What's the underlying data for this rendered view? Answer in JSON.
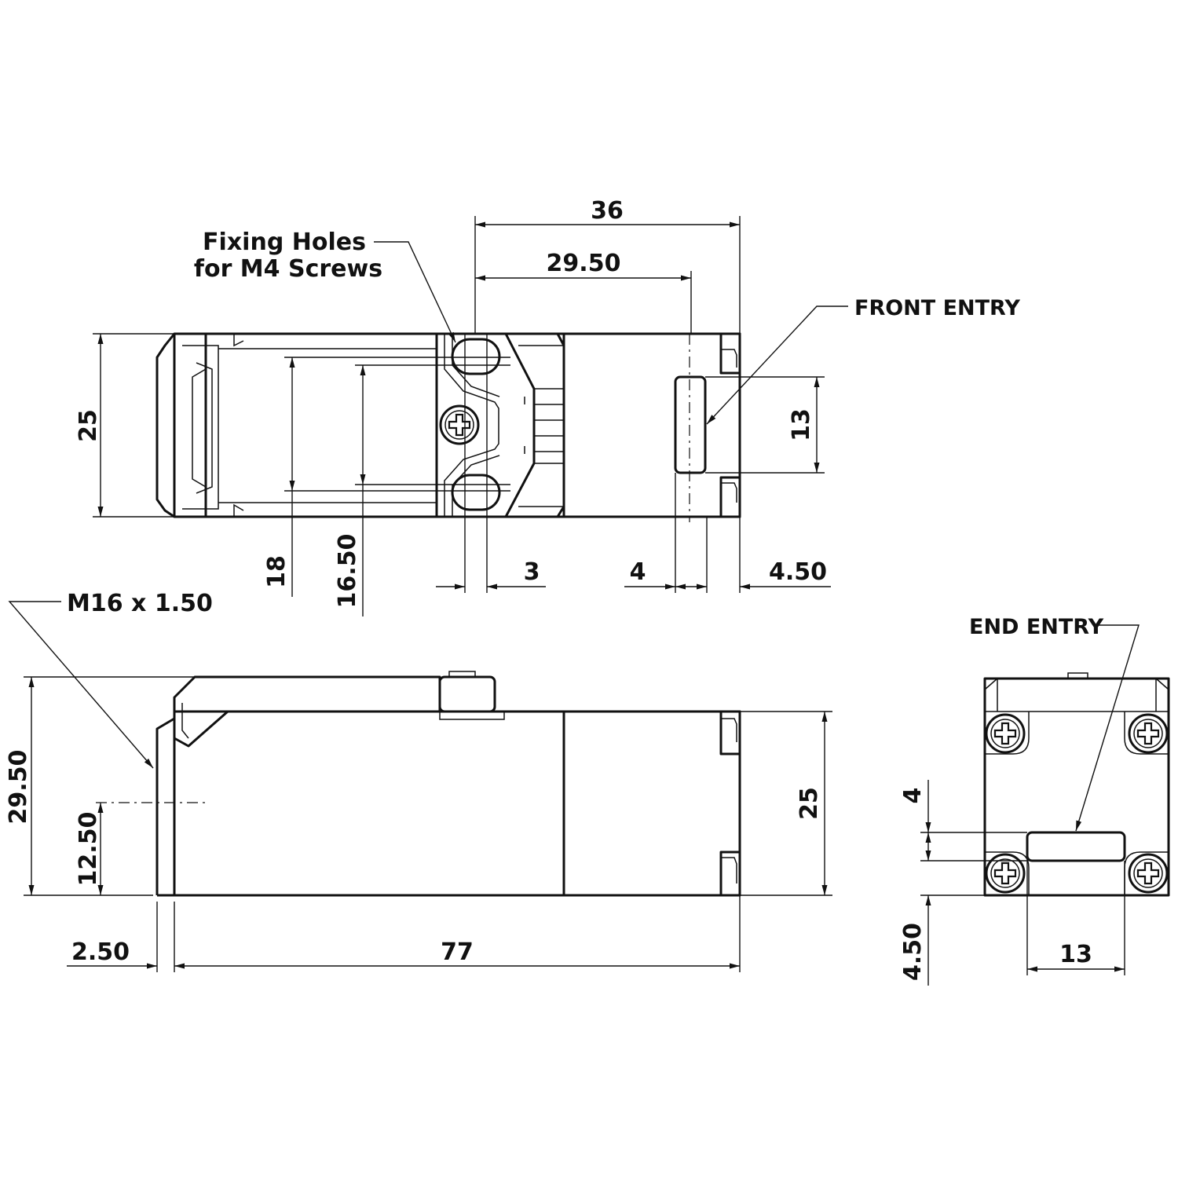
{
  "callouts": {
    "fixing_holes_line1": "Fixing Holes",
    "fixing_holes_line2": "for M4 Screws",
    "front_entry": "FRONT ENTRY",
    "end_entry": "END ENTRY",
    "thread": "M16 x 1.50"
  },
  "top_view": {
    "dim_36": "36",
    "dim_29_50": "29.50",
    "dim_25": "25",
    "dim_13": "13",
    "dim_18": "18",
    "dim_16_50": "16.50",
    "dim_3": "3",
    "dim_4": "4",
    "dim_4_50": "4.50"
  },
  "side_view": {
    "dim_29_50": "29.50",
    "dim_12_50": "12.50",
    "dim_25": "25",
    "dim_2_50": "2.50",
    "dim_77": "77"
  },
  "end_view": {
    "dim_4": "4",
    "dim_4_50": "4.50",
    "dim_13": "13"
  }
}
